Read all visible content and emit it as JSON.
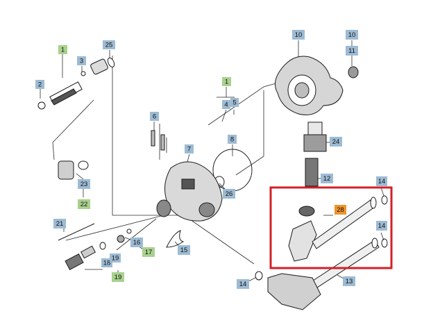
{
  "colors": {
    "blue_callout": "#9dbbd3",
    "green_callout": "#a9d18e",
    "highlight_callout": "#f0932b",
    "highlight_frame": "#d42027"
  },
  "callouts": [
    {
      "label": "1",
      "style": "green"
    },
    {
      "label": "3",
      "style": "blue"
    },
    {
      "label": "25",
      "style": "blue"
    },
    {
      "label": "2",
      "style": "blue"
    },
    {
      "label": "10",
      "style": "blue"
    },
    {
      "label": "10",
      "style": "blue"
    },
    {
      "label": "11",
      "style": "blue"
    },
    {
      "label": "1",
      "style": "green"
    },
    {
      "label": "4",
      "style": "blue"
    },
    {
      "label": "5",
      "style": "blue"
    },
    {
      "label": "6",
      "style": "blue"
    },
    {
      "label": "7",
      "style": "blue"
    },
    {
      "label": "8",
      "style": "blue"
    },
    {
      "label": "24",
      "style": "blue"
    },
    {
      "label": "12",
      "style": "blue"
    },
    {
      "label": "23",
      "style": "blue"
    },
    {
      "label": "22",
      "style": "green"
    },
    {
      "label": "26",
      "style": "blue"
    },
    {
      "label": "14",
      "style": "blue"
    },
    {
      "label": "28",
      "style": "orange"
    },
    {
      "label": "14",
      "style": "blue"
    },
    {
      "label": "21",
      "style": "blue"
    },
    {
      "label": "16",
      "style": "blue"
    },
    {
      "label": "17",
      "style": "green"
    },
    {
      "label": "15",
      "style": "blue"
    },
    {
      "label": "18",
      "style": "blue"
    },
    {
      "label": "19",
      "style": "blue"
    },
    {
      "label": "19",
      "style": "green"
    },
    {
      "label": "14",
      "style": "blue"
    },
    {
      "label": "13",
      "style": "blue"
    }
  ]
}
